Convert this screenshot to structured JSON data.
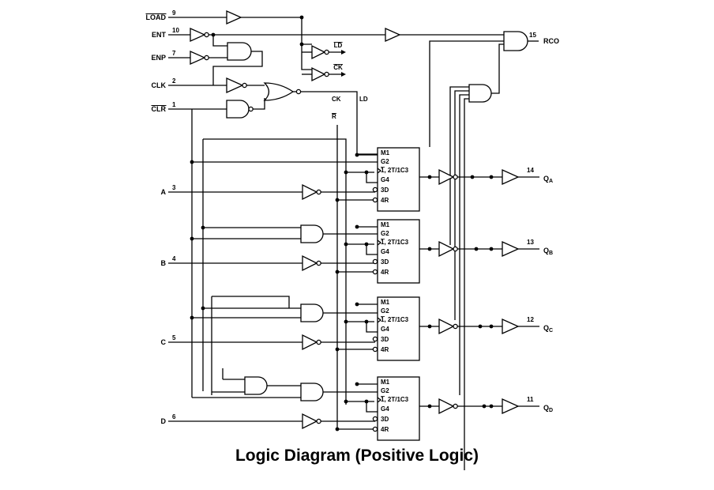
{
  "caption": "Logic Diagram (Positive Logic)",
  "inputs": [
    {
      "name": "LOAD",
      "pin": "9",
      "overbar": true
    },
    {
      "name": "ENT",
      "pin": "10",
      "overbar": false
    },
    {
      "name": "ENP",
      "pin": "7",
      "overbar": false
    },
    {
      "name": "CLK",
      "pin": "2",
      "overbar": false
    },
    {
      "name": "CLR",
      "pin": "1",
      "overbar": true
    },
    {
      "name": "A",
      "pin": "3",
      "overbar": false
    },
    {
      "name": "B",
      "pin": "4",
      "overbar": false
    },
    {
      "name": "C",
      "pin": "5",
      "overbar": false
    },
    {
      "name": "D",
      "pin": "6",
      "overbar": false
    }
  ],
  "rco": {
    "name": "RCO",
    "pin": "15"
  },
  "outputs": [
    {
      "name": "Q",
      "sub": "A",
      "pin": "14"
    },
    {
      "name": "Q",
      "sub": "B",
      "pin": "13"
    },
    {
      "name": "Q",
      "sub": "C",
      "pin": "12"
    },
    {
      "name": "Q",
      "sub": "D",
      "pin": "11"
    }
  ],
  "internal_labels": {
    "ld_top": "LD",
    "ck_top": "CK",
    "ck": "CK",
    "ld": "LD",
    "reset": "R"
  },
  "flipflop_labels": [
    "M1",
    "G2",
    "1, 2T/1C3",
    "G4",
    "3D",
    "4R"
  ]
}
